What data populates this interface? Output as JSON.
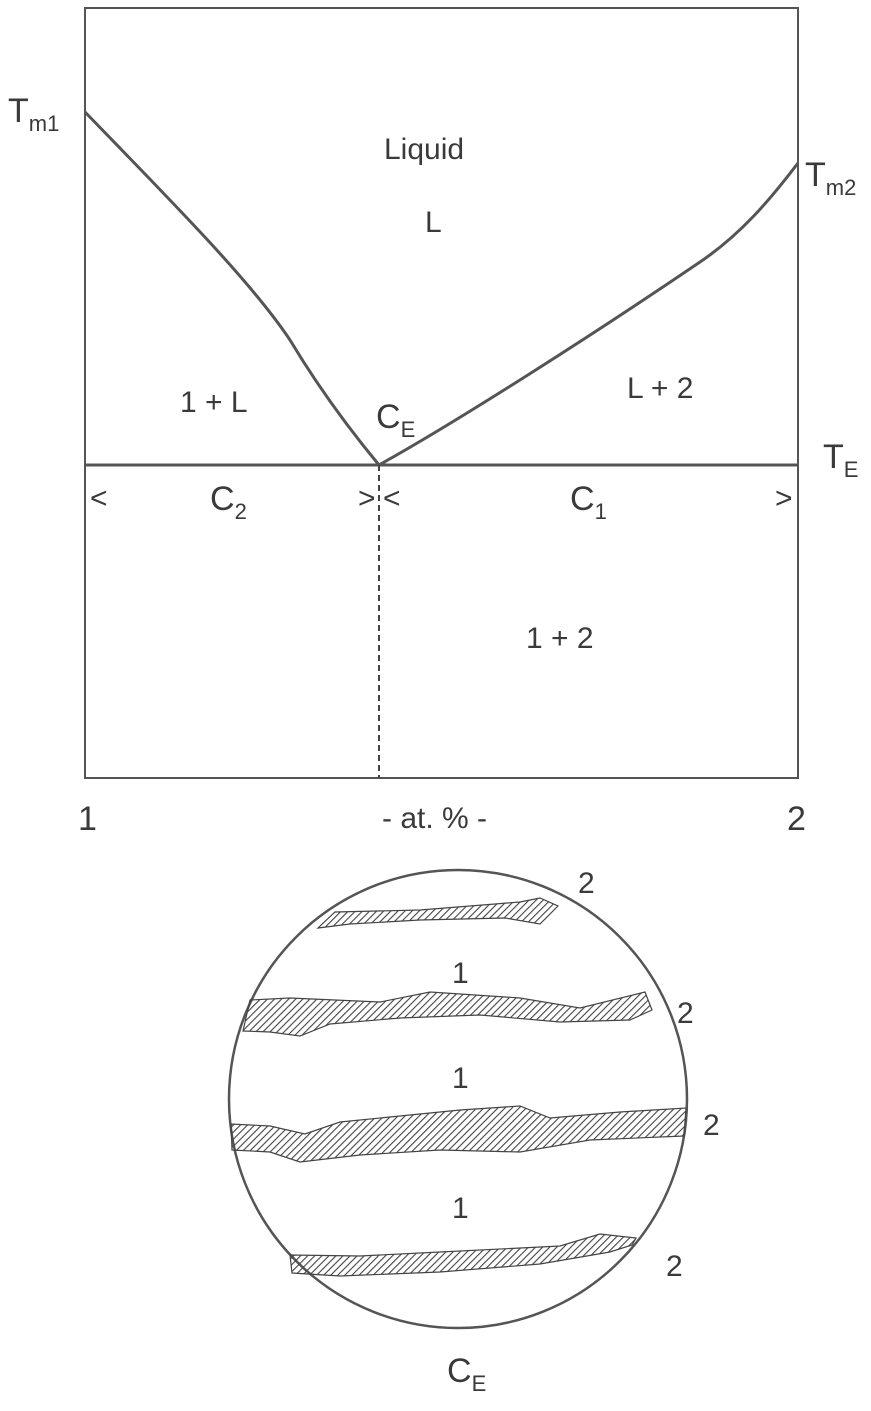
{
  "phase_diagram": {
    "melting_point_1": {
      "main": "T",
      "sub": "m1"
    },
    "melting_point_2": {
      "main": "T",
      "sub": "m2"
    },
    "eutectic_temperature": {
      "main": "T",
      "sub": "E"
    },
    "eutectic_composition": {
      "main": "C",
      "sub": "E"
    },
    "region_liquid": "Liquid",
    "region_liquid_symbol": "L",
    "region_1_plus_L": "1 + L",
    "region_L_plus_2": "L + 2",
    "region_1_plus_2": "1 + 2",
    "range_C2": {
      "main": "C",
      "sub": "2"
    },
    "range_C1": {
      "main": "C",
      "sub": "1"
    },
    "arrow_left": "<",
    "arrow_right": ">",
    "x_axis_label": "- at. % -",
    "x_left_end": "1",
    "x_right_end": "2"
  },
  "microstructure": {
    "phase_1_labels": [
      "1",
      "1",
      "1"
    ],
    "phase_2_labels": [
      "2",
      "2",
      "2",
      "2"
    ],
    "caption": {
      "main": "C",
      "sub": "E"
    }
  }
}
